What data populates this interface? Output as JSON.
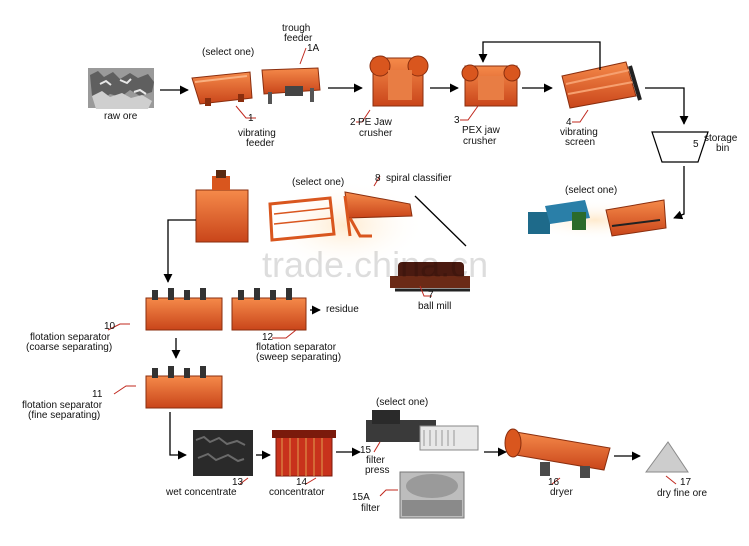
{
  "watermark": "trade.china.cn",
  "select_one": "(select one)",
  "steps": {
    "raw_ore": {
      "label": "raw ore"
    },
    "s1": {
      "num": "1",
      "line1": "vibrating",
      "line2": "feeder"
    },
    "s1a": {
      "num": "1A",
      "line1": "trough",
      "line2": "feeder"
    },
    "s2": {
      "num": "2",
      "line1": "PE Jaw",
      "line2": "crusher"
    },
    "s3": {
      "num": "3",
      "line1": "PEX jaw",
      "line2": "crusher"
    },
    "s4": {
      "num": "4",
      "line1": "vibrating",
      "line2": "screen"
    },
    "s5": {
      "num": "5",
      "line1": "storage",
      "line2": "bin"
    },
    "s7": {
      "num": "7",
      "label": "ball mill"
    },
    "s8": {
      "num": "8",
      "label": "spiral classifier"
    },
    "s10": {
      "num": "10",
      "line1": "flotation separator",
      "line2": "(coarse separating)"
    },
    "s11": {
      "num": "11",
      "line1": "flotation separator",
      "line2": "(fine separating)"
    },
    "s12": {
      "num": "12",
      "line1": "flotation separator",
      "line2": "(sweep separating)"
    },
    "residue": {
      "label": "residue"
    },
    "s13": {
      "num": "13",
      "label": "wet concentrate"
    },
    "s14": {
      "num": "14",
      "label": "concentrator"
    },
    "s15": {
      "num": "15",
      "line1": "filter",
      "line2": "press"
    },
    "s15a": {
      "num": "15A",
      "label": "filter"
    },
    "s16": {
      "num": "16",
      "label": "dryer"
    },
    "s17": {
      "num": "17",
      "label": "dry fine ore"
    }
  },
  "colors": {
    "machine": "#e8642a",
    "machine_dark": "#b8431a",
    "ore": "#8a8a8a",
    "wire": "#c0281e",
    "line": "#000000"
  }
}
